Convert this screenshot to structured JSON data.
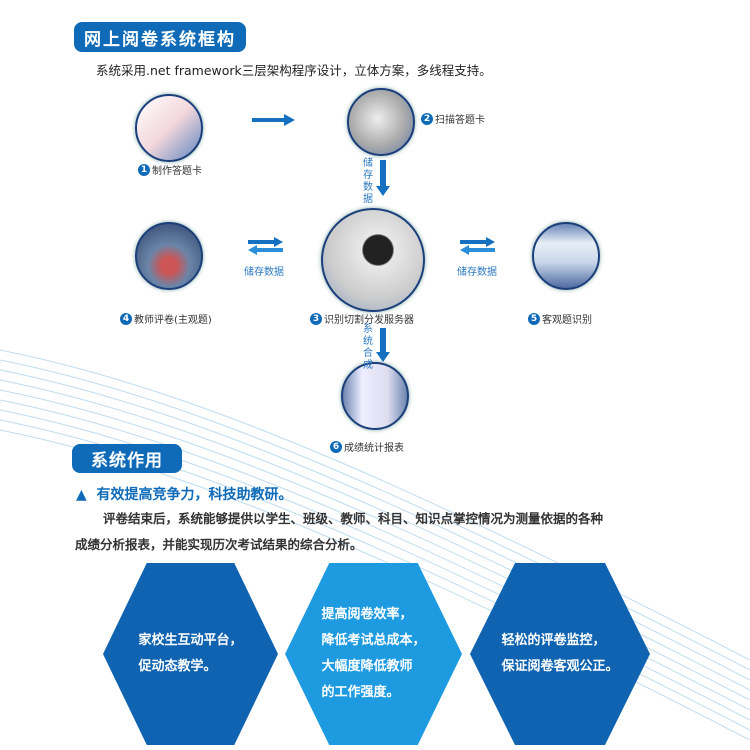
{
  "section1": {
    "title": "网上阅卷系统框构",
    "subtitle": "系统采用.net framework三层架构程序设计，立体方案，多线程支持。"
  },
  "nodes": [
    {
      "num": "1",
      "label": "制作答题卡"
    },
    {
      "num": "2",
      "label": "扫描答题卡"
    },
    {
      "num": "3",
      "label": "识别切割分发服务器"
    },
    {
      "num": "4",
      "label": "教师评卷(主观题)"
    },
    {
      "num": "5",
      "label": "客观题识别"
    },
    {
      "num": "6",
      "label": "成绩统计报表"
    }
  ],
  "arrows": {
    "store_down": "储存数据",
    "store_left": "储存数据",
    "store_right": "储存数据",
    "synth": "系统合成"
  },
  "section2": {
    "title": "系统作用",
    "headline": "有效提高竞争力，科技助教研。",
    "para1": "评卷结束后，系统能够提供以学生、班级、教师、科目、知识点掌控情况为测量依据的各种",
    "para2": "成绩分析报表，并能实现历次考试结果的综合分析。",
    "hexagons": [
      {
        "lines": [
          "家校生互动平台，",
          "促动态教学。"
        ]
      },
      {
        "lines": [
          "提高阅卷效率，",
          "降低考试总成本，",
          "大幅度降低教师",
          "的工作强度。"
        ]
      },
      {
        "lines": [
          "轻松的评卷监控，",
          "保证阅卷客观公正。"
        ]
      }
    ]
  },
  "colors": {
    "brand": "#0f6bb8",
    "hexDark": "#0f63b0",
    "hexLight": "#1e9be0"
  }
}
